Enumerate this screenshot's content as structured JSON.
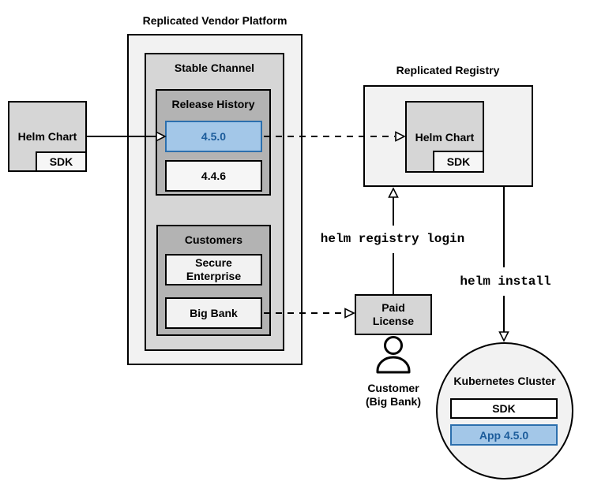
{
  "source_chart": {
    "label": "Helm Chart",
    "sdk_label": "SDK"
  },
  "platform": {
    "title": "Replicated Vendor Platform",
    "stable_channel": {
      "title": "Stable Channel",
      "release_history": {
        "title": "Release History",
        "current_release": "4.5.0",
        "previous_release": "4.4.6"
      },
      "customers": {
        "title": "Customers",
        "customer1_line1": "Secure",
        "customer1_line2": "Enterprise",
        "customer2": "Big Bank"
      }
    }
  },
  "registry": {
    "title": "Replicated Registry",
    "helm_chart_label": "Helm Chart",
    "sdk_label": "SDK"
  },
  "paid_license": {
    "line1": "Paid",
    "line2": "License"
  },
  "customer_actor": {
    "icon": "person-icon",
    "line1": "Customer",
    "line2": "(Big Bank)"
  },
  "commands": {
    "registry_login": "helm registry login",
    "install": "helm install"
  },
  "cluster": {
    "title": "Kubernetes Cluster",
    "sdk_label": "SDK",
    "app_label": "App 4.5.0"
  },
  "colors": {
    "highlight_fill": "#a3c7e8",
    "highlight_border": "#2c6fad",
    "highlight_text": "#1c5c9b",
    "container_light": "#f2f2f2",
    "container_mid": "#d6d6d6",
    "container_dark": "#b3b3b3",
    "line": "#000000"
  }
}
